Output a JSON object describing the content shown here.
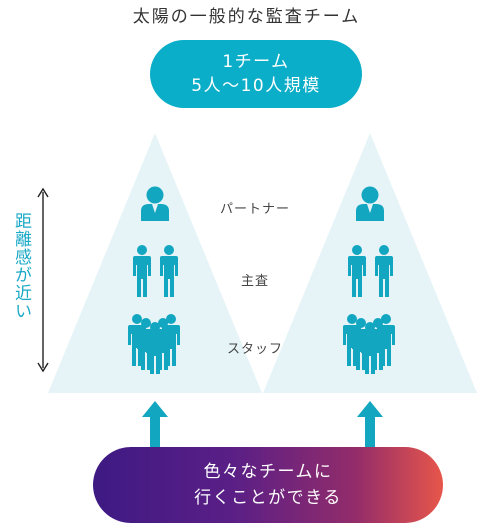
{
  "title": "太陽の一般的な監査チーム",
  "team": {
    "line1": "1チーム",
    "line2": "5人～10人規模"
  },
  "roles": {
    "partner": "パートナー",
    "manager": "主査",
    "staff": "スタッフ"
  },
  "distance_label": "距離感が近い",
  "bottom": {
    "line1": "色々なチームに",
    "line2": "行くことができる"
  },
  "colors": {
    "accent": "#0aaec8",
    "triangle": "#e6f4f8",
    "person": "#12a6c0",
    "gradient_start": "#3e1a83",
    "gradient_end": "#e7564a"
  },
  "icons": {
    "partner": "person-bust-icon",
    "manager": "two-people-icon",
    "staff": "group-icon",
    "distance": "double-arrow-vertical-icon",
    "up": "up-arrow-icon"
  }
}
